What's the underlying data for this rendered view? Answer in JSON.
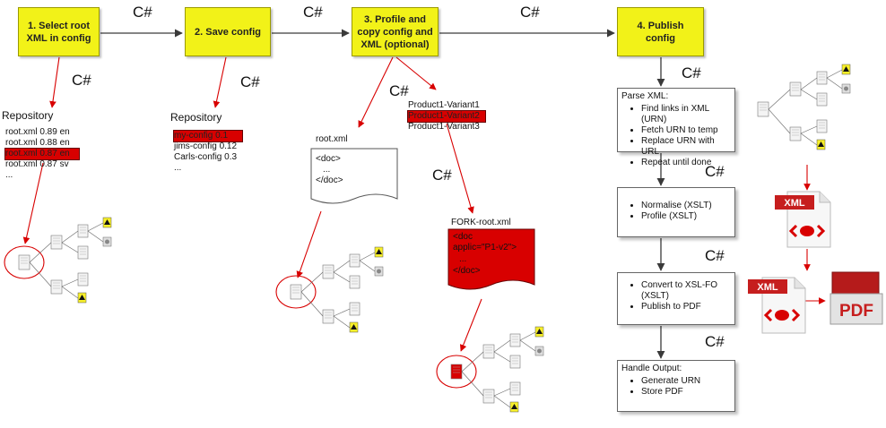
{
  "steps": [
    {
      "label": "1. Select root XML in config"
    },
    {
      "label": "2. Save config"
    },
    {
      "label": "3. Profile and copy config and XML (optional)"
    },
    {
      "label": "4. Publish config"
    }
  ],
  "csharp": "C#",
  "repo1": {
    "title": "Repository",
    "items": [
      "root.xml 0.89 en",
      "root.xml 0.88 en",
      "root.xml 0.87 en",
      "root.xml 0.87 sv",
      "..."
    ]
  },
  "repo2": {
    "title": "Repository",
    "items": [
      "my-config 0.1",
      "jims-config 0.12",
      "Carls-config 0.3",
      "..."
    ]
  },
  "variants": [
    "Product1-Variant1",
    "Product1-Variant2",
    "Product1-Variant3"
  ],
  "rootdoc": {
    "title": "root.xml",
    "lines": [
      "<doc>",
      "...",
      "</doc>"
    ]
  },
  "forkdoc": {
    "title": "FORK-root.xml",
    "lines": [
      "<doc",
      "applic=\"P1-v2\">",
      "...",
      "</doc>"
    ]
  },
  "process": [
    {
      "title": "Parse XML:",
      "bullets": [
        "Find links in XML (URN)",
        "Fetch URN to temp",
        "Replace URN with URL",
        "Repeat until done"
      ]
    },
    {
      "title": "",
      "bullets": [
        "Normalise (XSLT)",
        "Profile (XSLT)"
      ]
    },
    {
      "title": "",
      "bullets": [
        "Convert to XSL-FO (XSLT)",
        "Publish to PDF"
      ]
    },
    {
      "title": "Handle Output:",
      "bullets": [
        "Generate URN",
        "Store PDF"
      ]
    }
  ],
  "icons": {
    "xml_label": "XML",
    "pdf_label": "PDF",
    "accent_red": "#d80000",
    "step_yellow": "#f2f218"
  }
}
